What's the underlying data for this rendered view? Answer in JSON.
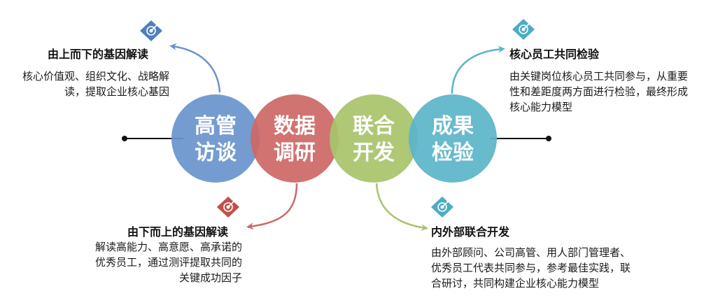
{
  "colors": {
    "blue": "#6a94cc",
    "red": "#cc6866",
    "green": "#a8c46c",
    "teal": "#5cb5c9",
    "line": "#111111"
  },
  "circles": [
    {
      "id": "c1",
      "line1": "高管",
      "line2": "访谈",
      "color": "#6a94cc"
    },
    {
      "id": "c2",
      "line1": "数据",
      "line2": "调研",
      "color": "#cc6866"
    },
    {
      "id": "c3",
      "line1": "联合",
      "line2": "开发",
      "color": "#a8c46c"
    },
    {
      "id": "c4",
      "line1": "成果",
      "line2": "检验",
      "color": "#5cb5c9"
    }
  ],
  "blocks": {
    "top_left": {
      "title": "由上而下的基因解读",
      "lines": [
        "核心价值观、组织文化、战略解",
        "读，提取企业核心基因"
      ],
      "icon": "target-icon",
      "color": "#4f7fc0"
    },
    "bottom_left": {
      "title": "由下而上的基因解读",
      "lines": [
        "解读高能力、高意愿、高承诺的",
        "优秀员工，通过测评提取共同的",
        "关键成功因子"
      ],
      "icon": "target-icon",
      "color": "#c0504d"
    },
    "bottom_right": {
      "title": "内外部联合开发",
      "lines": [
        "由外部顾问、公司高管、用人部门管理者、",
        "优秀员工代表共同参与，参考最佳实践，联",
        "合研讨，共同构建企业核心能力模型"
      ],
      "icon": "target-icon",
      "color": "#4bacc6"
    },
    "top_right": {
      "title": "核心员工共同检验",
      "lines": [
        "由关键岗位核心员工共同参与，从重要",
        "性和差距度两方面进行检验，最终形成",
        "核心能力模型"
      ],
      "icon": "target-icon",
      "color": "#4bacc6"
    }
  }
}
